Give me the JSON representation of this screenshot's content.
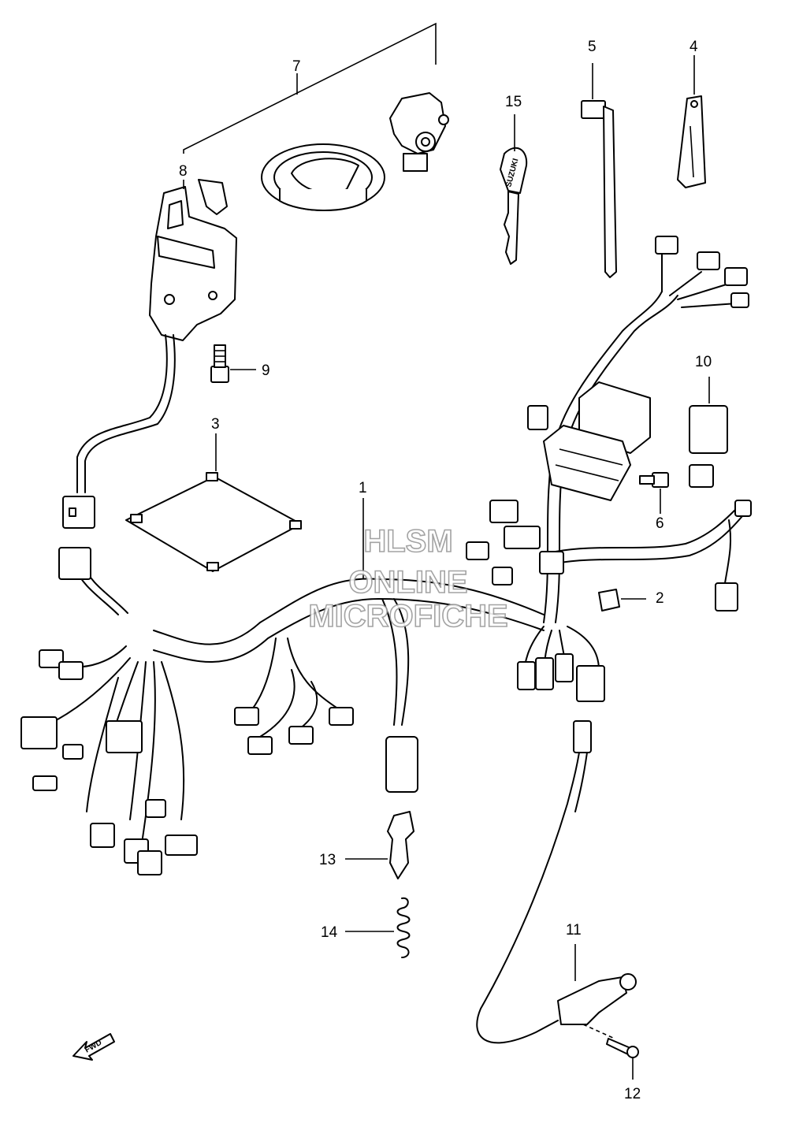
{
  "callouts": {
    "c1": "1",
    "c2": "2",
    "c3": "3",
    "c4": "4",
    "c5": "5",
    "c6": "6",
    "c7": "7",
    "c8": "8",
    "c9": "9",
    "c10": "10",
    "c11": "11",
    "c12": "12",
    "c13": "13",
    "c14": "14",
    "c15": "15"
  },
  "watermark": {
    "line1": "HLSM",
    "line2": "ONLINE",
    "line3": "MICROFICHE"
  },
  "key_brand": "SUZUKI",
  "fwd_label": "FWD",
  "colors": {
    "ink": "#000000",
    "paper": "#ffffff",
    "watermark": "#9a9a9a"
  }
}
